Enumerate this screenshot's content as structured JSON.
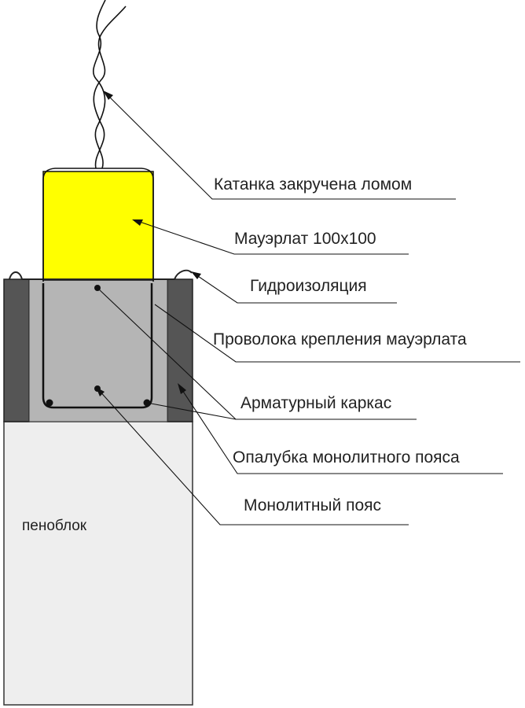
{
  "labels": {
    "wire_rod": "Катанка закручена ломом",
    "mauerlat": "Мауэрлат 100x100",
    "waterproofing": "Гидроизоляция",
    "mauerlat_wire": "Проволока крепления мауэрлата",
    "rebar_cage": "Арматурный каркас",
    "formwork": "Опалубка монолитного пояса",
    "monolithic_belt": "Монолитный пояс",
    "foam_block": "пеноблок"
  },
  "colors": {
    "mauerlat": "#ffff00",
    "formwork": "#555555",
    "belt": "#b5b5b5",
    "foam_block": "#eeeeee",
    "line": "#111111"
  }
}
